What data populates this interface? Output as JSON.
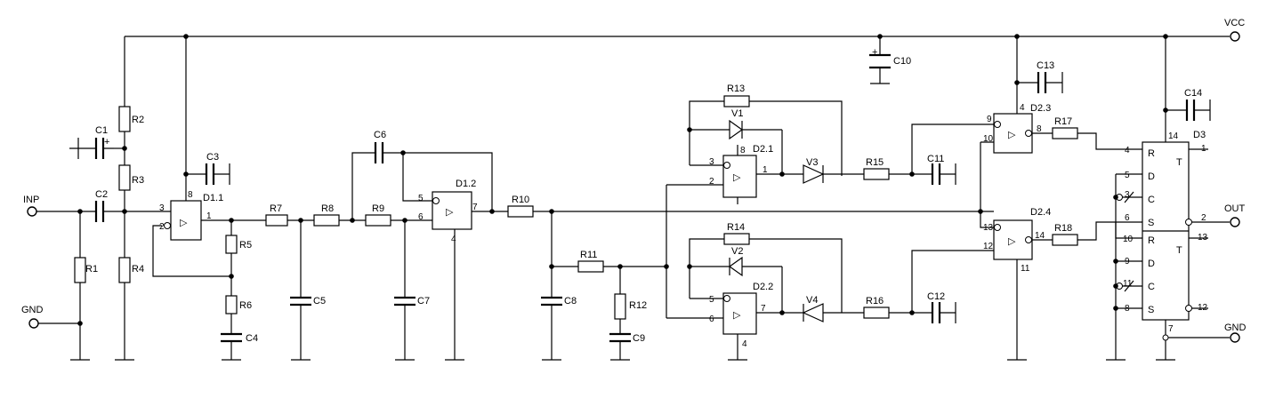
{
  "terminals": {
    "inp": "INP",
    "gnd_left": "GND",
    "vcc": "VCC",
    "out": "OUT",
    "gnd_right": "GND"
  },
  "resistors": {
    "r1": "R1",
    "r2": "R2",
    "r3": "R3",
    "r4": "R4",
    "r5": "R5",
    "r6": "R6",
    "r7": "R7",
    "r8": "R8",
    "r9": "R9",
    "r10": "R10",
    "r11": "R11",
    "r12": "R12",
    "r13": "R13",
    "r14": "R14",
    "r15": "R15",
    "r16": "R16",
    "r17": "R17",
    "r18": "R18"
  },
  "capacitors": {
    "c1": "C1",
    "c2": "C2",
    "c3": "C3",
    "c4": "C4",
    "c5": "C5",
    "c6": "C6",
    "c7": "C7",
    "c8": "C8",
    "c9": "C9",
    "c10": "C10",
    "c11": "C11",
    "c12": "C12",
    "c13": "C13",
    "c14": "C14"
  },
  "diodes": {
    "v1": "V1",
    "v2": "V2",
    "v3": "V3",
    "v4": "V4"
  },
  "ics": {
    "d11": "D1.1",
    "d12": "D1.2",
    "d21": "D2.1",
    "d22": "D2.2",
    "d23": "D2.3",
    "d24": "D2.4",
    "d3": "D3"
  },
  "marks": {
    "plus": "+",
    "buffer": "▷"
  },
  "d3_pins": [
    "R",
    "D",
    "C",
    "S",
    "R",
    "D",
    "C",
    "S"
  ],
  "d3_outputs": [
    "T",
    "T"
  ],
  "pins": {
    "d11": {
      "in_a": "3",
      "in_b": "2",
      "out": "1",
      "sup": "8"
    },
    "d12": {
      "in_a": "5",
      "in_b": "6",
      "out": "7",
      "sup": "4"
    },
    "d21": {
      "in_a": "3",
      "in_b": "2",
      "out": "1",
      "sup": "8"
    },
    "d22": {
      "in_a": "5",
      "in_b": "6",
      "out": "7",
      "sup": "4"
    },
    "d23": {
      "in_a": "9",
      "in_b": "10",
      "out": "8",
      "sup": "4"
    },
    "d24": {
      "in_a": "13",
      "in_b": "12",
      "out": "14",
      "sup": "11"
    },
    "d3_left": [
      "4",
      "5",
      "3",
      "6",
      "10",
      "9",
      "11",
      "8"
    ],
    "d3_top": "14",
    "d3_bot": "7",
    "d3_right": [
      "1",
      "2",
      "13",
      "12"
    ]
  }
}
